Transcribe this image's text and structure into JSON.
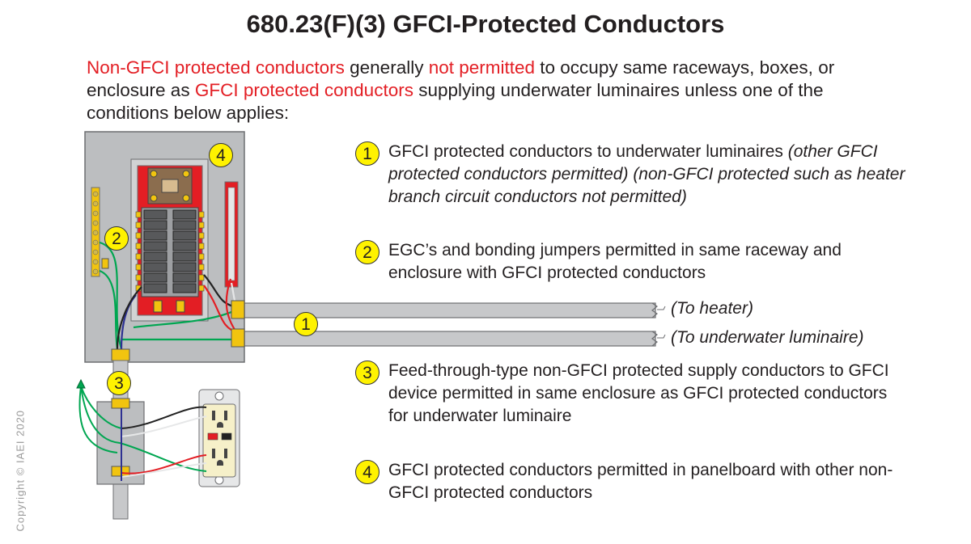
{
  "title": "680.23(F)(3) GFCI-Protected Conductors",
  "intro": {
    "part1": "Non-GFCI protected conductors",
    "part2": " generally ",
    "part3": "not permitted",
    "part4": " to occupy same raceways, boxes, or enclosure as ",
    "part5": "GFCI protected conductors",
    "part6": " supplying underwater luminaires unless one of the conditions below applies:"
  },
  "notes": [
    {
      "number": "1",
      "text": "GFCI protected conductors to underwater luminaires ",
      "italic": "(other GFCI protected conductors permitted) (non-GFCI protected such as heater branch circuit conductors not permitted)"
    },
    {
      "number": "2",
      "text": "EGC’s and bonding jumpers permitted in same raceway and enclosure with GFCI protected conductors"
    },
    {
      "number": "3",
      "text": "Feed-through-type non-GFCI protected supply conductors to GFCI device permitted in same enclosure as GFCI protected conductors for underwater luminaire"
    },
    {
      "number": "4",
      "text": "GFCI protected conductors permitted in panelboard with other non-GFCI protected conductors"
    }
  ],
  "diagram_labels": {
    "panel_badge": "4",
    "egc_badge": "2",
    "raceway_badge": "1",
    "box_badge": "3",
    "to_heater": "(To heater)",
    "to_luminaire": "(To underwater luminaire)"
  },
  "copyright": "Copyright © IAEI 2020",
  "colors": {
    "title": "#231f20",
    "highlight_red": "#e31e24",
    "badge_yellow": "#fff200",
    "panel_gray": "#bcbec0",
    "conduit_gray": "#c7c8ca",
    "wire_green": "#00a651",
    "wire_blue": "#2e3192",
    "receptacle_ivory": "#f6f0c9"
  }
}
